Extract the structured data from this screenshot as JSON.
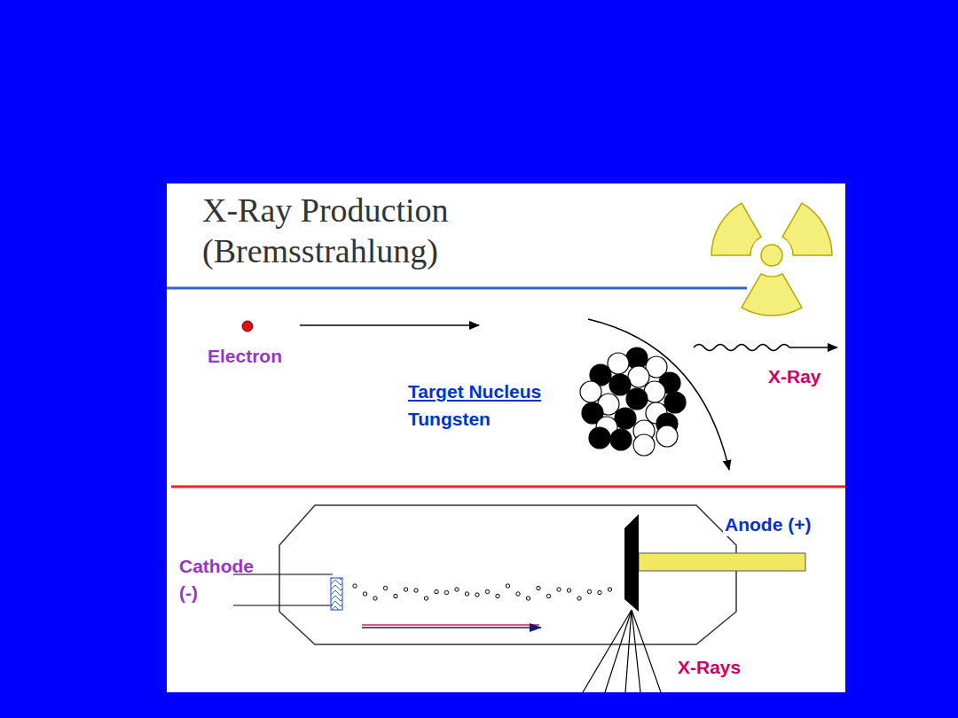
{
  "diagram": {
    "title": "X-Ray Production (Bremsstrahlung)",
    "labels": [
      "Electron",
      "Target Nucleus",
      "Tungsten",
      "X-Ray",
      "Anode (+)",
      "Cathode (-)",
      "X-Rays"
    ]
  }
}
